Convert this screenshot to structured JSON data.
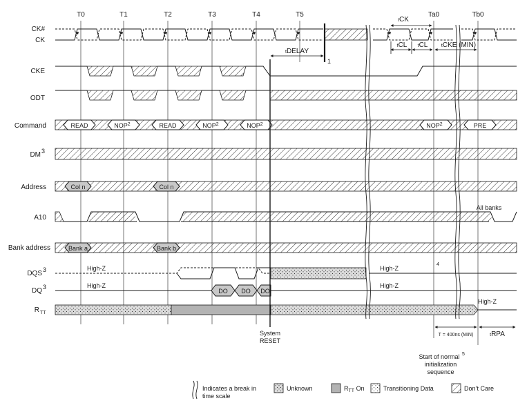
{
  "clock_labels": [
    "T0",
    "T1",
    "T2",
    "T3",
    "T4",
    "T5",
    "Ta0",
    "Tb0"
  ],
  "signals": {
    "ck_n": "CK#",
    "ck": "CK",
    "cke": "CKE",
    "odt": "ODT",
    "command": "Command",
    "dm": "DM",
    "address": "Address",
    "a10": "A10",
    "bank_address": "Bank address",
    "dqs": "DQS",
    "dq": "DQ",
    "rtt_main": "R",
    "rtt_sub": "TT",
    "note3": "3"
  },
  "commands": {
    "read": "READ",
    "nop": "NOP",
    "nop_sup": "2",
    "pre": "PRE"
  },
  "address_values": {
    "col_n": "Col n",
    "bank_a": "Bank a",
    "bank_b": "Bank b"
  },
  "annotations": {
    "all_banks": "All banks",
    "high_z": "High-Z",
    "do": "DO",
    "t_prefix": "t",
    "tck": "CK",
    "tcl": "CL",
    "tcke": "CKE (MIN)",
    "tdelay": "DELAY",
    "trpa": "RPA",
    "note1": "1",
    "note4": "4",
    "note5": "5",
    "t400": "T = 400ns (MIN)",
    "system_reset_1": "System",
    "system_reset_2": "RESET",
    "start_1": "Start of normal",
    "start_2": "initialization",
    "start_3": "sequence"
  },
  "legend": {
    "break_1": "Indicates a break in",
    "break_2": "time scale",
    "unknown": "Unknown",
    "rtt_on_prefix": "R",
    "rtt_on_sub": "TT",
    "rtt_on_suffix": " On",
    "transitioning": "Transitioning Data",
    "dont_care": "Don’t Care"
  },
  "colors": {
    "line": "#1a1a1a",
    "rtt_on_fill": "#b3b3b3",
    "unknown_fill": "#dcdcdc",
    "bus_value_fill": "#c8c8c8"
  }
}
